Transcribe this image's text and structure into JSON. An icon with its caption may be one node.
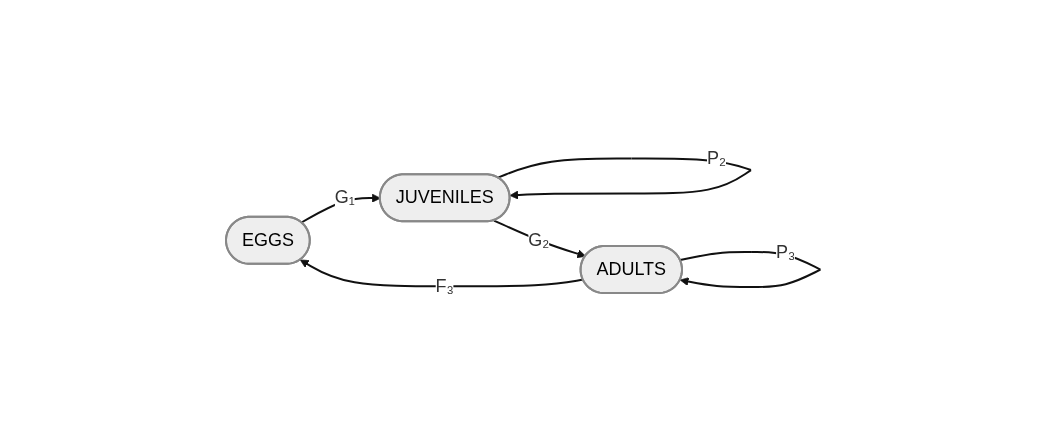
{
  "diagram": {
    "nodes": [
      {
        "text": [
          "EGGS"
        ]
      },
      {
        "text": [
          "JUVENILES"
        ]
      },
      {
        "text": [
          "ADULTS"
        ]
      }
    ],
    "edges": [
      {
        "from": 0,
        "to": 1,
        "arrow": "to",
        "label": "G₁"
      },
      {
        "from": 1,
        "to": 2,
        "arrow": "to",
        "label": "G₂"
      },
      {
        "from": 2,
        "to": 0,
        "arrow": "to",
        "label": "F₃"
      },
      {
        "from": 1,
        "to": 1,
        "arrow": "to",
        "label": "P₂"
      },
      {
        "from": 2,
        "to": 2,
        "arrow": "to",
        "label": "P₃"
      }
    ]
  }
}
